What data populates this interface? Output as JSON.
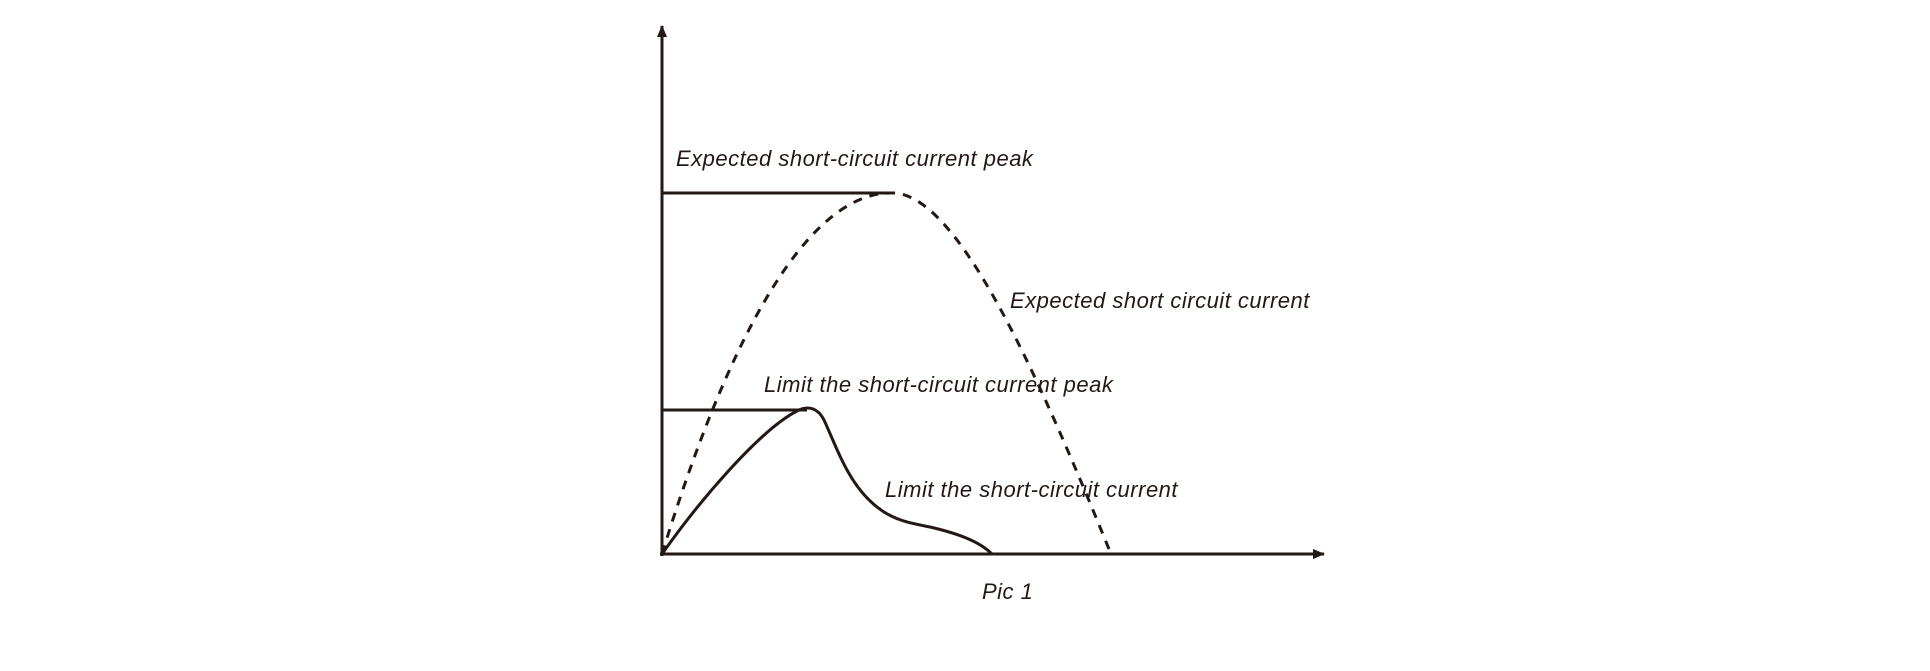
{
  "diagram": {
    "labels": {
      "expected_peak": "Expected short-circuit current peak",
      "expected_current": "Expected short circuit current",
      "limit_peak": "Limit the short-circuit current peak",
      "limit_current": "Limit the short-circuit current"
    },
    "caption": "Pic 1",
    "colors": {
      "stroke": "#231815",
      "background": "#ffffff"
    }
  }
}
